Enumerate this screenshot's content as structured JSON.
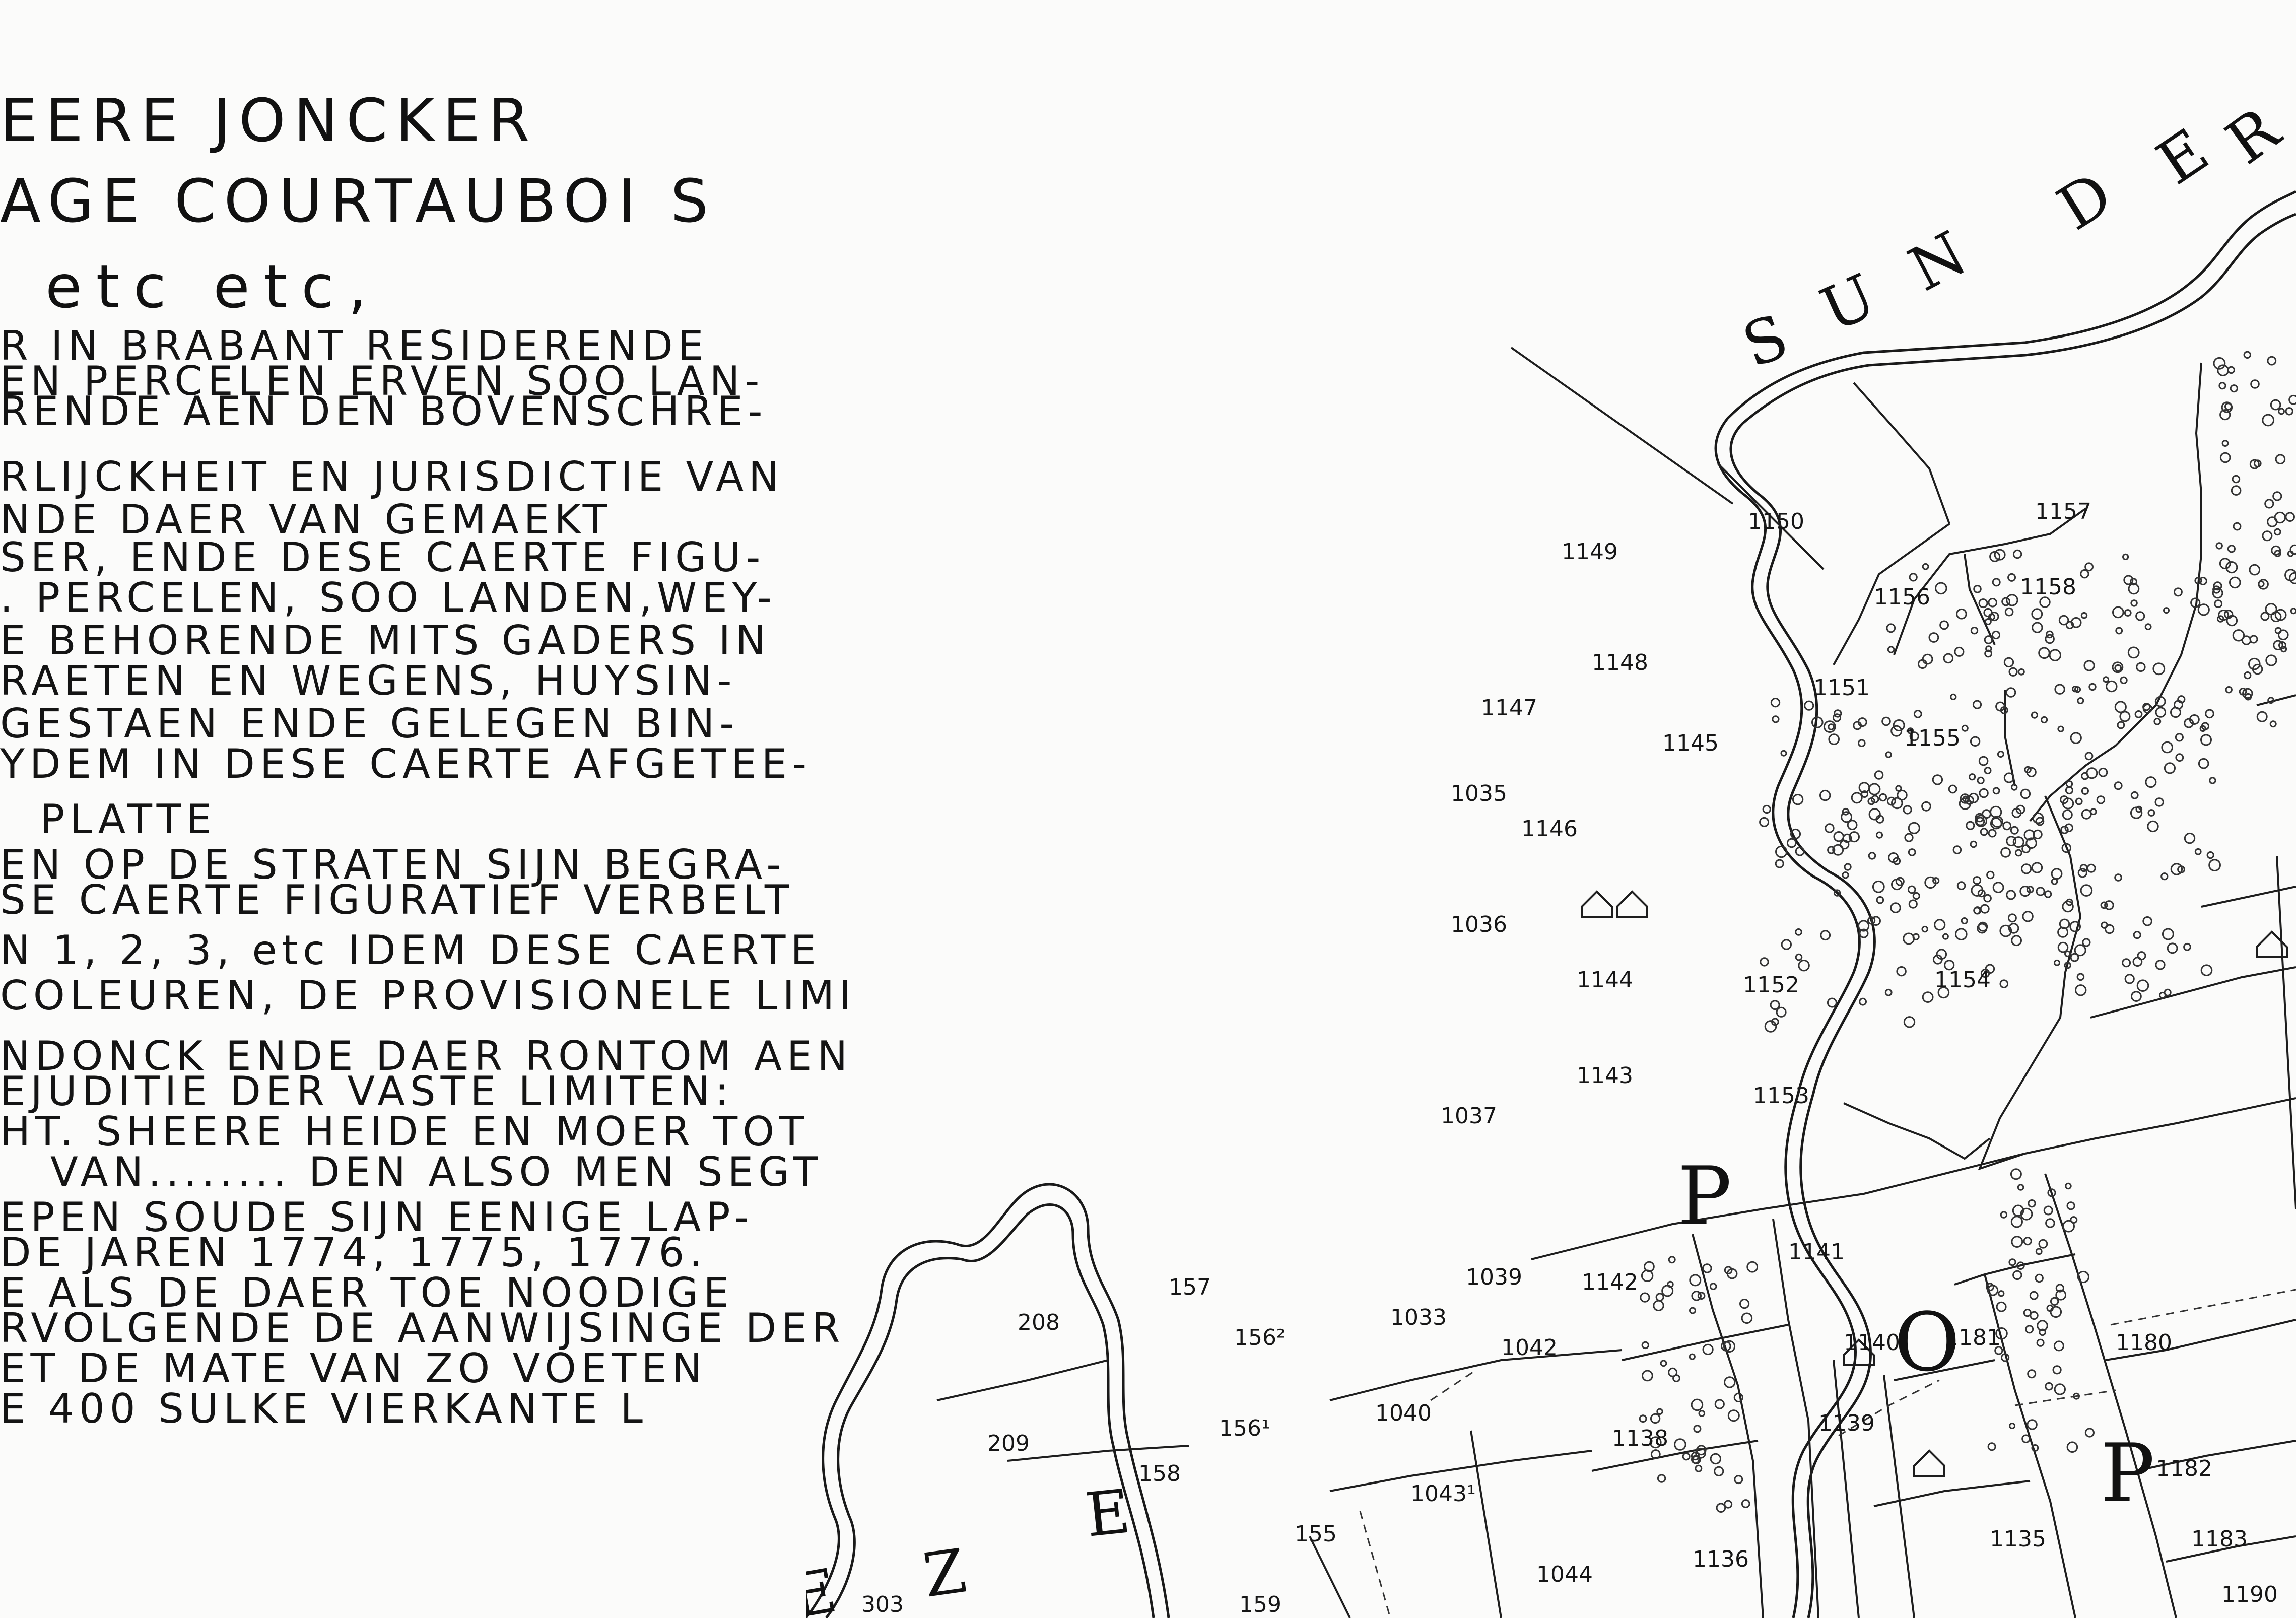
{
  "cartouche": {
    "title_lines": [
      "EERE JONCKER",
      "AGE COURTAUBOI S",
      "etc etc,"
    ],
    "body_lines": [
      "R IN BRABANT RESIDERENDE",
      "EN PERCELEN ERVEN SOO LAN-",
      "RENDE AEN DEN BOVENSCHRE-",
      "RLIJCKHEIT EN JURISDICTIE VAN",
      "NDE DAER VAN GEMAEKT",
      "SER, ENDE DESE CAERTE FIGU-",
      ". PERCELEN, SOO LANDEN,WEY-",
      "E BEHORENDE MITS GADERS IN",
      "RAETEN EN WEGENS, HUYSIN-",
      "GESTAEN ENDE GELEGEN BIN-",
      "YDEM IN DESE CAERTE AFGETEE-",
      "PLATTE",
      "EN OP DE STRATEN SIJN BEGRA-",
      "SE CAERTE FIGURATIEF VERBELT",
      "N 1, 2, 3, etc IDEM DESE CAERTE",
      "COLEUREN, DE PROVISIONELE LIMI",
      "NDONCK ENDE DAER RONTOM AEN",
      "EJUDITIE DER VASTE LIMITEN:",
      "HT. SHEERE HEIDE EN MOER TOT",
      "VAN........ DEN ALSO MEN SEGT",
      "EPEN SOUDE SIJN EENIGE LAP-",
      "DE JAREN 1774, 1775, 1776.",
      "E ALS DE DAER TOE NOODIGE",
      "RVOLGENDE DE AANWIJSINGE DER",
      "ET DE MATE VAN ZO VOETEN",
      "E 400 SULKE VIERKANTE L"
    ]
  },
  "map_words": {
    "sunder": [
      "S",
      "U",
      "N",
      "D",
      "E",
      "R"
    ],
    "ze": [
      "E",
      "Z",
      "E"
    ],
    "pop": [
      "P",
      "O",
      "P"
    ]
  },
  "parcels": [
    "1149",
    "1150",
    "1157",
    "1156",
    "1158",
    "1148",
    "1147",
    "1151",
    "1145",
    "1155",
    "1035",
    "1146",
    "1036",
    "1152",
    "1154",
    "1144",
    "1143",
    "1153",
    "1037",
    "1141",
    "1039",
    "1142",
    "157",
    "208",
    "156²",
    "1033",
    "1042",
    "1140",
    "1181",
    "1180",
    "1040",
    "156¹",
    "1138",
    "1139",
    "209",
    "1043¹",
    "158",
    "1182",
    "155",
    "1135",
    "1183",
    "1136",
    "1044",
    "159",
    "303",
    "1190"
  ],
  "colors": {
    "ink": "#161616",
    "paper": "#fbfbfa"
  }
}
